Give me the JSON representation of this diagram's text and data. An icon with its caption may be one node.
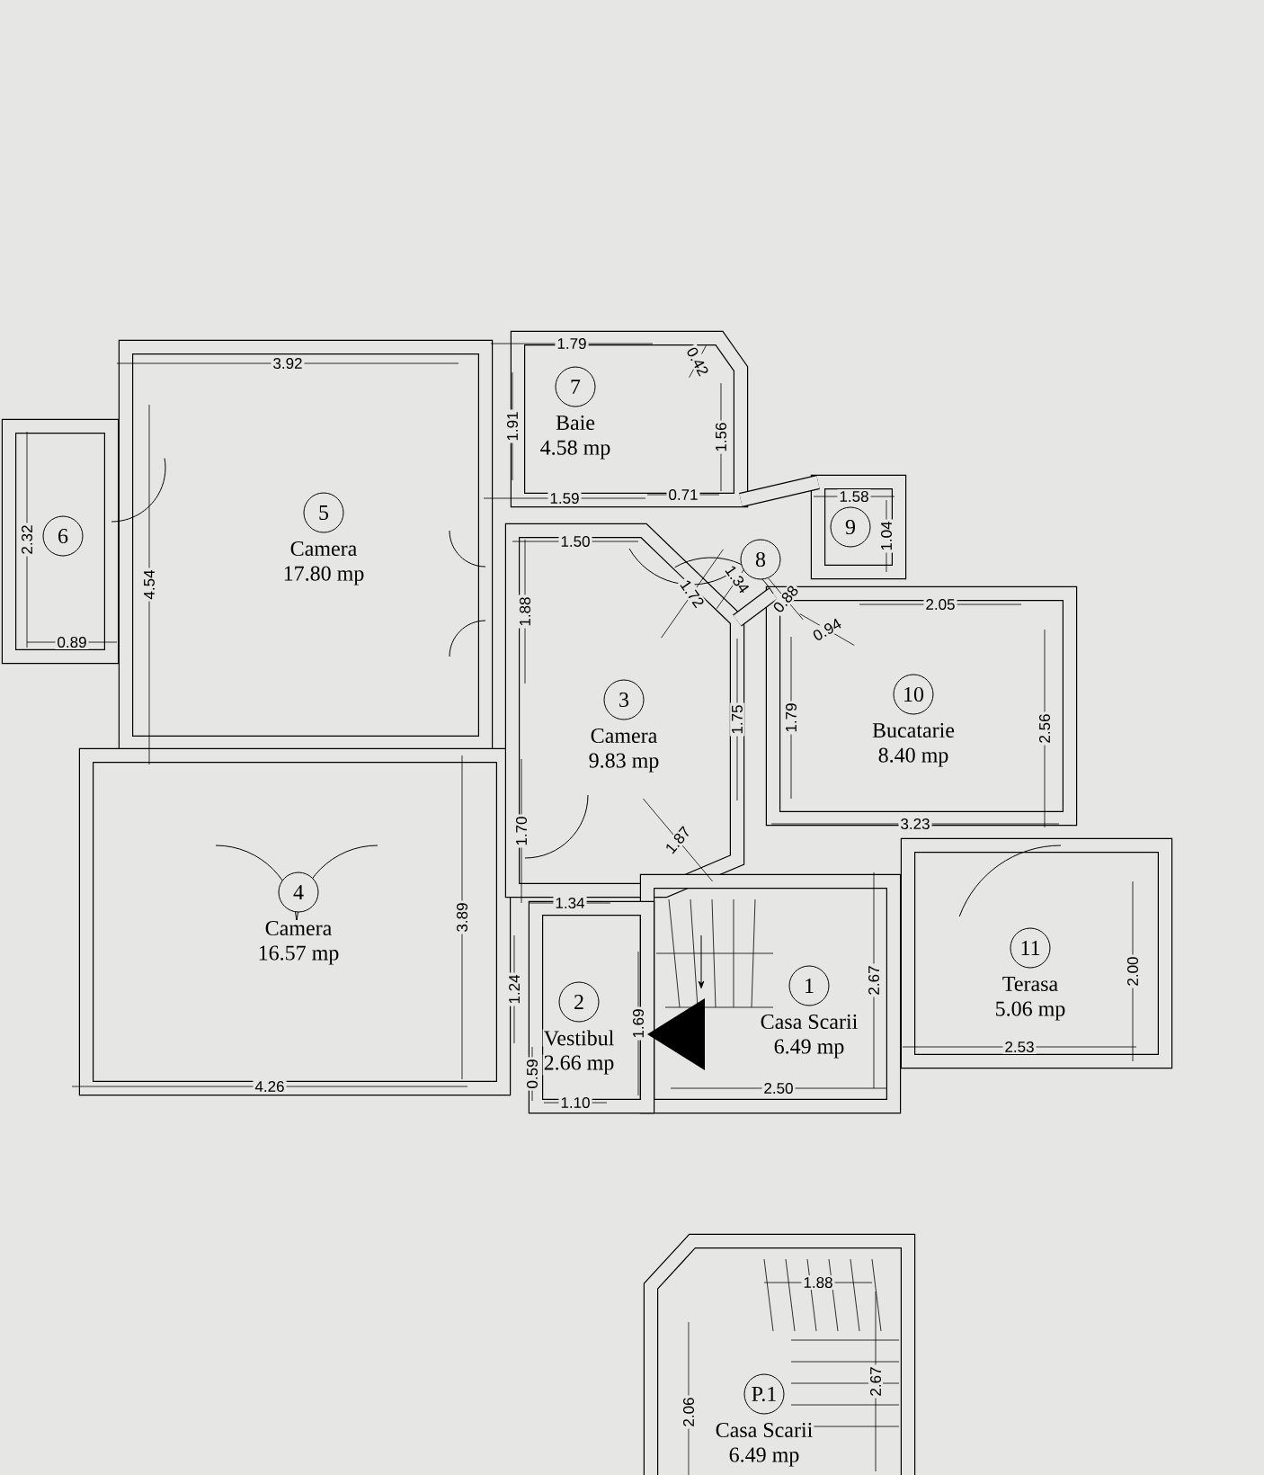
{
  "diagram": {
    "nodes": [
      {
        "text": [
          "7"
        ],
        "beside": [
          "Baie",
          "4.58 mp"
        ]
      },
      {
        "text": [
          "5"
        ],
        "beside": [
          "Camera",
          "17.80 mp"
        ]
      },
      {
        "text": [
          "6"
        ]
      },
      {
        "text": [
          "8"
        ]
      },
      {
        "text": [
          "9"
        ]
      },
      {
        "text": [
          "3"
        ],
        "beside": [
          "Camera",
          "9.83 mp"
        ]
      },
      {
        "text": [
          "10"
        ],
        "beside": [
          "Bucatarie",
          "8.40 mp"
        ]
      },
      {
        "text": [
          "4"
        ],
        "beside": [
          "Camera",
          "16.57 mp"
        ]
      },
      {
        "text": [
          "1"
        ],
        "beside": [
          "Casa Scarii",
          "6.49 mp"
        ]
      },
      {
        "text": [
          "11"
        ],
        "beside": [
          "Terasa",
          "5.06 mp"
        ]
      },
      {
        "text": [
          "2"
        ],
        "beside": [
          "Vestibul",
          "2.66 mp"
        ]
      },
      {
        "text": [
          "P.1"
        ],
        "beside": [
          "Casa Scarii",
          "6.49 mp"
        ]
      }
    ],
    "labels": [
      "1.79",
      "0.42",
      "3.92",
      "1.91",
      "1.56",
      "2.32",
      "1.59",
      "0.71",
      "1.58",
      "1.04",
      "1.50",
      "4.54",
      "1.34",
      "1.72",
      "0.88",
      "2.05",
      "0.94",
      "1.88",
      "0.89",
      "1.75",
      "1.79",
      "2.56",
      "3.23",
      "1.70",
      "1.87",
      "1.34",
      "3.89",
      "2.67",
      "2.00",
      "1.24",
      "1.69",
      "2.53",
      "0.59",
      "4.26",
      "2.50",
      "1.10",
      "1.88",
      "2.67",
      "2.06"
    ]
  }
}
